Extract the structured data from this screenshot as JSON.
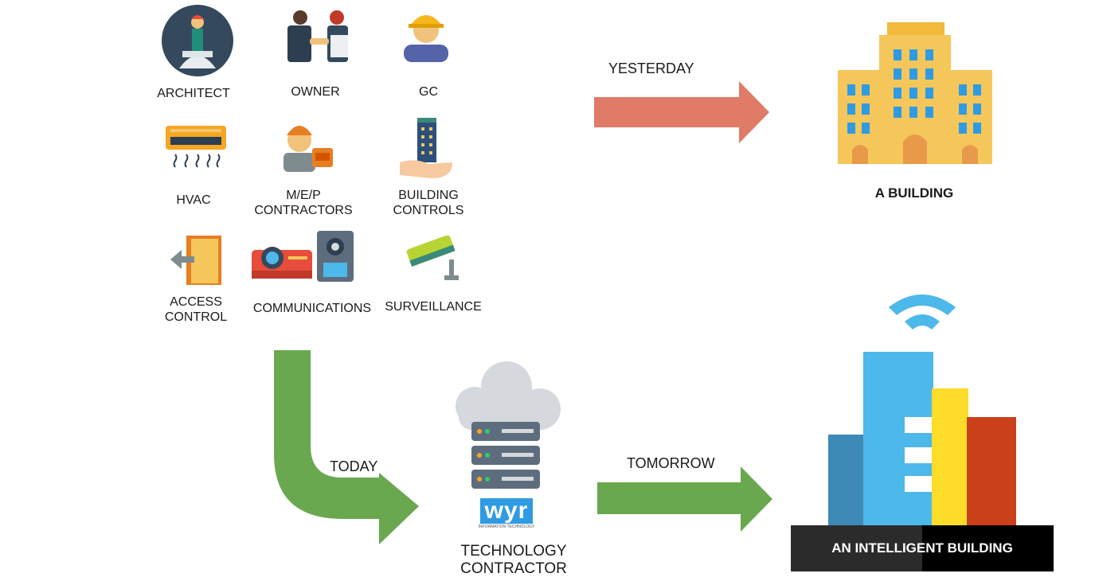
{
  "roles": {
    "architect": "ARCHITECT",
    "owner": "OWNER",
    "gc": "GC",
    "hvac": "HVAC",
    "mep_line1": "M/E/P",
    "mep_line2": "CONTRACTORS",
    "bc_line1": "BUILDING",
    "bc_line2": "CONTROLS",
    "ac_line1": "ACCESS",
    "ac_line2": "CONTROL",
    "communications": "COMMUNICATIONS",
    "surveillance": "SURVEILLANCE"
  },
  "flow": {
    "yesterday": "YESTERDAY",
    "today": "TODAY",
    "tomorrow": "TOMORROW"
  },
  "outcomes": {
    "a_building": "A BUILDING",
    "tech_line1": "TECHNOLOGY",
    "tech_line2": "CONTRACTOR",
    "intelligent": "AN INTELLIGENT BUILDING"
  },
  "logo": {
    "text": "wyr",
    "subtext": "INFORMATION TECHNOLOGY"
  },
  "colors": {
    "yesterday_arrow": "#e07b68",
    "green_arrow": "#6aa84f",
    "building_yellow": "#f5c75a",
    "window_blue": "#2f9be3",
    "smart_blue": "#4db8ea",
    "smart_yellow": "#fddc2a",
    "smart_red": "#c9401a",
    "smart_dark_blue": "#3e8ab7"
  }
}
